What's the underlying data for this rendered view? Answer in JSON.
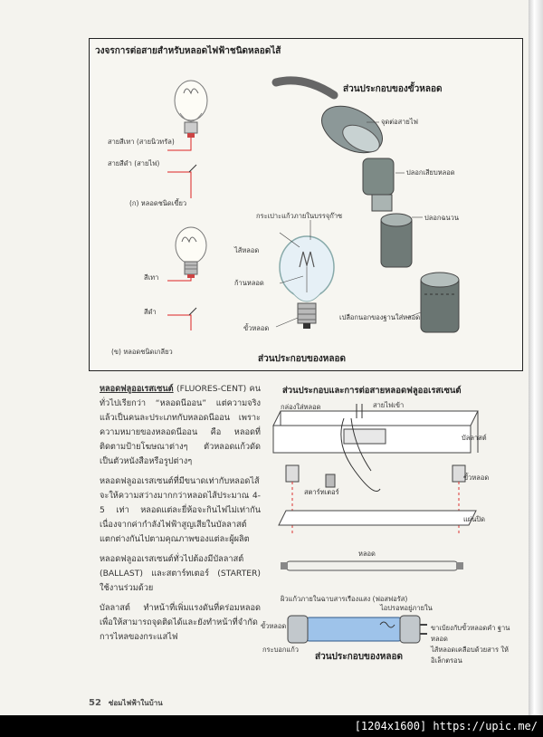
{
  "figure_top": {
    "title": "วงจรการต่อสายสำหรับหลอดไฟฟ้าชนิดหลอดไส้",
    "socket_heading": "ส่วนประกอบของขั้วหลอด",
    "bulb_heading": "ส่วนประกอบของหลอด",
    "wire_white_label": "สายสีเทา (สายนิวทรัล)",
    "wire_black_label": "สายสีดำ (สายไฟ)",
    "caption_a": "(ก) หลอดชนิดเขี้ยว",
    "gray_label": "สีเทา",
    "black_label": "สีดำ",
    "caption_b": "(ข) หลอดชนิดเกลียว",
    "glass_label": "กระเปาะแก้วภายในบรรจุก๊าซ",
    "filament_label": "ไส้หลอด",
    "stem_label": "ก้านหลอด",
    "base_label": "ขั้วหลอด",
    "terminal_label": "จุดต่อสายไฟ",
    "sleeve_label": "ปลอกเสียบหลอด",
    "insulator_label": "ปลอกฉนวน",
    "shell_label": "เปลือกนอกของฐานใส่หลอด"
  },
  "article": {
    "heading": "หลอดฟลูออเรสเซนต์",
    "p1_rest": " (FLUORES-CENT) คนทั่วไปเรียกว่า “หลอดนีออน” แต่ความจริงแล้วเป็นคนละประเภทกับหลอดนีออน เพราะความหมายของหลอดนีออน คือ หลอดที่ติดตามป้ายโฆษณาต่างๆ ตัวหลอดแก้วดัดเป็นตัวหนังสือหรือรูปต่างๆ",
    "p2": "หลอดฟลูออเรสเซนต์ที่มีขนาดเท่ากับหลอดไส้ จะให้ความสว่างมากกว่าหลอดไส้ประมาณ 4-5 เท่า หลอดแต่ละยี่ห้อจะกินไฟไม่เท่ากัน เนื่องจากค่ากำลังไฟฟ้าสูญเสียในบัลลาสต์แตกต่างกันไปตามคุณภาพของแต่ละผู้ผลิต",
    "p3": "หลอดฟลูออเรสเซนต์ทั่วไปต้องมีบัลลาสต์ (BALLAST) และสตาร์ทเตอร์ (STARTER) ใช้งานร่วมด้วย",
    "p4": "บัลลาสต์ ทำหน้าที่เพิ่มแรงดันที่คร่อมหลอดเพื่อให้สามารถจุดติดได้และยังทำหน้าที่จำกัดการไหลของกระแสไฟ"
  },
  "figure_bottom": {
    "title": "ส่วนประกอบและการต่อสายหลอดฟลูออเรสเซนต์",
    "housing_label": "กล่องใส่หลอด",
    "supply_label": "สายไฟเข้า",
    "ballast_label": "บัลลาสต์",
    "starter_label": "สตาร์ทเตอร์",
    "holder_label": "ขั้วหลอด",
    "cover_label": "แผ่นปิด",
    "tube_label": "หลอด",
    "coating_label": "ผิวแก้วภายในฉาบสารเรืองแสง (ฟอสฟอรัส)",
    "gas_label": "ไอปรอทอยู่ภายใน",
    "endcap_label": "ขั้วหลอด",
    "glass_tube_label": "กระบอกแก้ว",
    "pins_label": "ขาเบ้ยงกับขั้วหลอดคำ ฐานหลอด",
    "filament_label": "ไส้หลอดเคลือบด้วยสาร ให้อิเล็กตรอน",
    "heading": "ส่วนประกอบของหลอด"
  },
  "footer": {
    "page_number": "52",
    "book_title": "ซ่อมไฟฟ้าในบ้าน"
  },
  "watermark": "[1204x1600] https://upic.me/"
}
